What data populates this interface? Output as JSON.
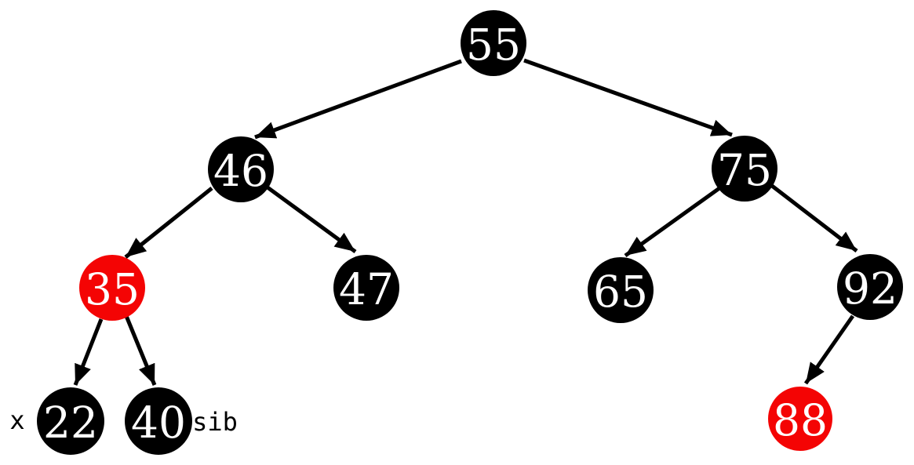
{
  "diagram": {
    "type": "red-black-tree",
    "colors": {
      "node_black": "#000000",
      "node_red": "#f40404",
      "node_text": "#ffffff",
      "edge": "#000000",
      "annotation_text": "#000000",
      "background": "#ffffff"
    },
    "nodes": [
      {
        "value": "55",
        "color": "black",
        "parent": null
      },
      {
        "value": "46",
        "color": "black",
        "parent": "55"
      },
      {
        "value": "75",
        "color": "black",
        "parent": "55"
      },
      {
        "value": "35",
        "color": "red",
        "parent": "46"
      },
      {
        "value": "47",
        "color": "black",
        "parent": "46"
      },
      {
        "value": "65",
        "color": "black",
        "parent": "75"
      },
      {
        "value": "92",
        "color": "black",
        "parent": "75"
      },
      {
        "value": "22",
        "color": "black",
        "parent": "35"
      },
      {
        "value": "40",
        "color": "black",
        "parent": "35"
      },
      {
        "value": "88",
        "color": "red",
        "parent": "92"
      }
    ],
    "edges": [
      {
        "from": "55",
        "to": "46"
      },
      {
        "from": "55",
        "to": "75"
      },
      {
        "from": "46",
        "to": "35"
      },
      {
        "from": "46",
        "to": "47"
      },
      {
        "from": "75",
        "to": "65"
      },
      {
        "from": "75",
        "to": "92"
      },
      {
        "from": "35",
        "to": "22"
      },
      {
        "from": "35",
        "to": "40"
      },
      {
        "from": "92",
        "to": "88"
      }
    ],
    "annotations": [
      {
        "text": "x",
        "attached_to": "22",
        "side": "left"
      },
      {
        "text": "sib",
        "attached_to": "40",
        "side": "right"
      }
    ]
  }
}
